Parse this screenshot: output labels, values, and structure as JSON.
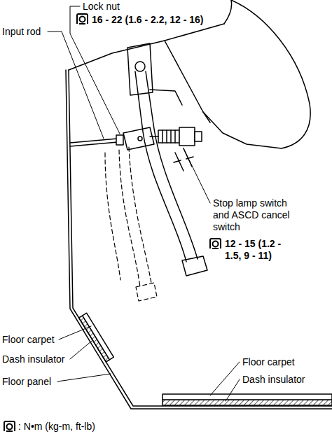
{
  "diagram": {
    "labels": [
      "Lock nut",
      "16 - 22 (1.6 - 2.2, 12 - 16)",
      "Input rod",
      "Stop lamp switch and ASCD cancel switch",
      "12 - 15 (1.2 - 1.5, 9 - 11)",
      "Floor carpet",
      "Dash insulator",
      "Floor panel",
      "Floor carpet",
      "Dash insulator"
    ],
    "legend": [
      {
        "text": ": N•m (kg-m, ft-lb)"
      }
    ]
  }
}
